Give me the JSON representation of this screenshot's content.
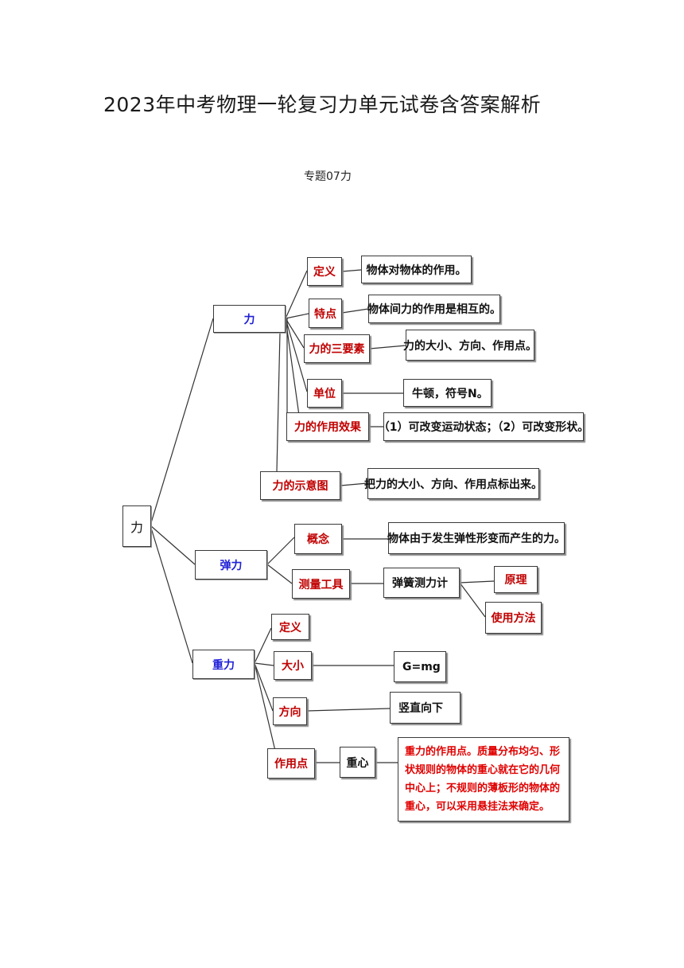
{
  "document": {
    "title": "2023年中考物理一轮复习力单元试卷含答案解析",
    "subtitle": "专题07力"
  },
  "mindmap": {
    "root": "力",
    "force": {
      "label": "力",
      "definition": {
        "label": "定义",
        "text": "物体对物体的作用。"
      },
      "feature": {
        "label": "特点",
        "text": "物体间力的作用是相互的。"
      },
      "three_elements": {
        "label": "力的三要素",
        "text": "力的大小、方向、作用点。"
      },
      "unit": {
        "label": "单位",
        "text": "牛顿，符号N。"
      },
      "effect": {
        "label": "力的作用效果",
        "text": "（1）可改变运动状态；（2）可改变形状。"
      },
      "diagram": {
        "label": "力的示意图",
        "text": "把力的大小、方向、作用点标出来。"
      }
    },
    "elastic": {
      "label": "弹力",
      "concept": {
        "label": "概念",
        "text": "物体由于发生弹性形变而产生的力。"
      },
      "tool": {
        "label": "测量工具",
        "text": "弹簧测力计",
        "principle": "原理",
        "usage": "使用方法"
      }
    },
    "gravity": {
      "label": "重力",
      "definition": "定义",
      "magnitude": {
        "label": "大小",
        "text": "G=mg"
      },
      "direction": {
        "label": "方向",
        "text": "竖直向下"
      },
      "point": {
        "label": "作用点",
        "center": "重心",
        "text": "重力的作用点。质量分布均匀、形状规则的物体的重心就在它的几何中心上；不规则的薄板形的物体的重心，可以采用悬挂法来确定。"
      }
    }
  },
  "colors": {
    "node_red": "#c00000",
    "node_blue": "#1f1fd6",
    "desc_red": "#e00000",
    "line": "#333333"
  }
}
